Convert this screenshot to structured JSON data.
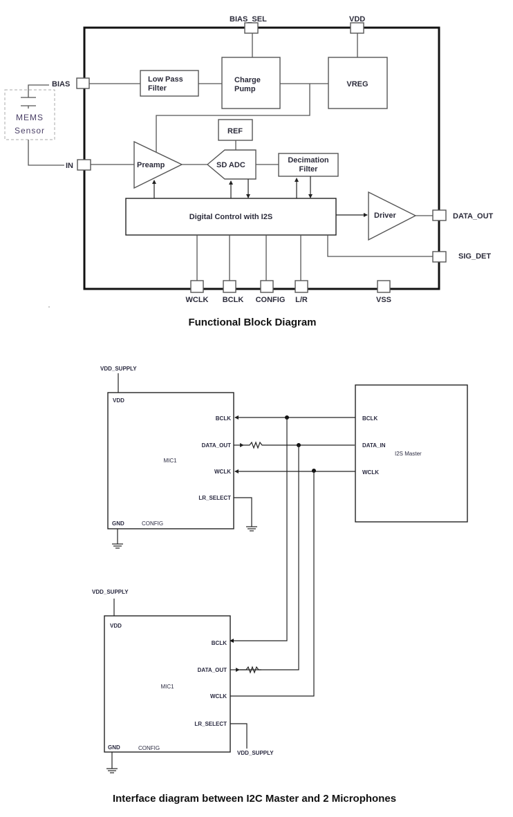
{
  "block_diagram": {
    "caption": "Functional Block Diagram",
    "external": {
      "mems_line1": "MEMS",
      "mems_line2": "Sensor"
    },
    "pins": {
      "bias": "BIAS",
      "in": "IN",
      "bias_sel": "BIAS_SEL",
      "vdd": "VDD",
      "data_out": "DATA_OUT",
      "sig_det": "SIG_DET",
      "wclk": "WCLK",
      "bclk": "BCLK",
      "config": "CONFIG",
      "lr": "L/R",
      "vss": "VSS"
    },
    "blocks": {
      "low_pass_line1": "Low Pass",
      "low_pass_line2": "Filter",
      "charge_pump_line1": "Charge",
      "charge_pump_line2": "Pump",
      "vreg": "VREG",
      "ref": "REF",
      "preamp": "Preamp",
      "sd_adc": "SD ADC",
      "decimation_line1": "Decimation",
      "decimation_line2": "Filter",
      "digital_control": "Digital Control with I2S",
      "driver": "Driver"
    }
  },
  "interface_diagram": {
    "caption": "Interface diagram between I2C Master and 2 Microphones",
    "mic_top": {
      "supply": "VDD_SUPPLY",
      "vdd": "VDD",
      "name": "MIC1",
      "bclk": "BCLK",
      "data_out": "DATA_OUT",
      "wclk": "WCLK",
      "lr_select": "LR_SELECT",
      "gnd": "GND",
      "config": "CONFIG"
    },
    "mic_bottom": {
      "supply": "VDD_SUPPLY",
      "vdd": "VDD",
      "name": "MIC1",
      "bclk": "BCLK",
      "data_out": "DATA_OUT",
      "wclk": "WCLK",
      "lr_select": "LR_SELECT",
      "gnd": "GND",
      "config": "CONFIG",
      "lr_supply": "VDD_SUPPLY"
    },
    "master": {
      "name": "I2S Master",
      "bclk": "BCLK",
      "data_in": "DATA_IN",
      "wclk": "WCLK"
    }
  }
}
